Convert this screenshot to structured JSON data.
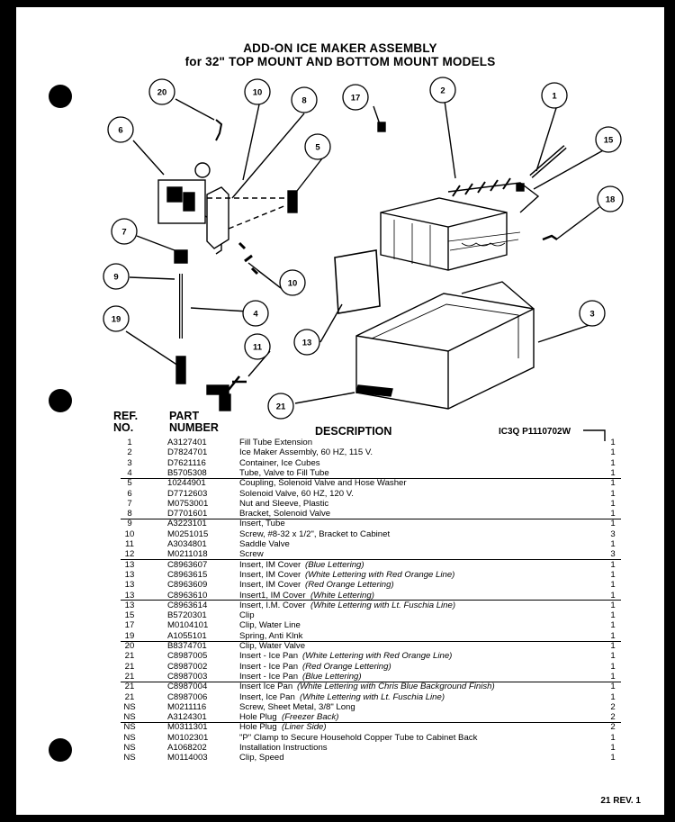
{
  "title_line1": "ADD-ON ICE MAKER ASSEMBLY",
  "title_line2": "for 32\" TOP MOUNT AND BOTTOM MOUNT MODELS",
  "callouts": [
    "20",
    "10",
    "8",
    "17",
    "2",
    "1",
    "6",
    "5",
    "15",
    "7",
    "9",
    "4",
    "19",
    "11",
    "10",
    "13",
    "3",
    "21",
    "18"
  ],
  "table_headers": {
    "ref": "REF.\nNO.",
    "ref1": "REF.",
    "ref2": "NO.",
    "part1": "PART",
    "part2": "NUMBER",
    "desc": "DESCRIPTION",
    "code": "IC3Q P1110702W"
  },
  "parts": [
    {
      "ref": "1",
      "part": "A3127401",
      "desc": "Fill Tube Extension",
      "qty": "1"
    },
    {
      "ref": "2",
      "part": "D7824701",
      "desc": "Ice Maker Assembly, 60 HZ, 115 V.",
      "qty": "1"
    },
    {
      "ref": "3",
      "part": "D7621116",
      "desc": "Container, Ice Cubes",
      "qty": "1"
    },
    {
      "ref": "4",
      "part": "B5705308",
      "desc": "Tube, Valve to Fill Tube",
      "qty": "1"
    },
    {
      "ref": "5",
      "part": "10244901",
      "desc": "Coupling, Solenoid Valve and Hose Washer",
      "qty": "1"
    },
    {
      "ref": "6",
      "part": "D7712603",
      "desc": "Solenoid Valve, 60 HZ, 120 V.",
      "qty": "1"
    },
    {
      "ref": "7",
      "part": "M0753001",
      "desc": "Nut and Sleeve, Plastic",
      "qty": "1"
    },
    {
      "ref": "8",
      "part": "D7701601",
      "desc": "Bracket, Solenoid Valve",
      "qty": "1"
    },
    {
      "ref": "9",
      "part": "A3223101",
      "desc": "Insert, Tube",
      "qty": "1"
    },
    {
      "ref": "10",
      "part": "M0251015",
      "desc": "Screw, #8-32 x 1/2\", Bracket to Cabinet",
      "qty": "3"
    },
    {
      "ref": "11",
      "part": "A3034801",
      "desc": "Saddle Valve",
      "qty": "1"
    },
    {
      "ref": "12",
      "part": "M0211018",
      "desc": "Screw",
      "qty": "3"
    },
    {
      "ref": "13",
      "part": "C8963607",
      "desc": "Insert, IM Cover",
      "note": "(Blue Lettering)",
      "qty": "1"
    },
    {
      "ref": "13",
      "part": "C8963615",
      "desc": "Insert, IM Cover",
      "note": "(White Lettering with Red Orange Line)",
      "qty": "1"
    },
    {
      "ref": "13",
      "part": "C8963609",
      "desc": "Insert, IM Cover",
      "note": "(Red Orange Lettering)",
      "qty": "1"
    },
    {
      "ref": "13",
      "part": "C8963610",
      "desc": "Insert1, IM Cover",
      "note": "(White Lettering)",
      "qty": "1"
    },
    {
      "ref": "13",
      "part": "C8963614",
      "desc": "Insert, I.M. Cover",
      "note": "(White Lettering with Lt. Fuschia Line)",
      "qty": "1"
    },
    {
      "ref": "15",
      "part": "B5720301",
      "desc": "Clip",
      "qty": "1"
    },
    {
      "ref": "17",
      "part": "M0104101",
      "desc": "Clip, Water Line",
      "qty": "1"
    },
    {
      "ref": "19",
      "part": "A1055101",
      "desc": "Spring, Anti Klnk",
      "qty": "1"
    },
    {
      "ref": "20",
      "part": "B8374701",
      "desc": "Clip, Water Valve",
      "qty": "1"
    },
    {
      "ref": "21",
      "part": "C8987005",
      "desc": "Insert - Ice Pan",
      "note": "(White Lettering with Red Orange Line)",
      "qty": "1"
    },
    {
      "ref": "21",
      "part": "C8987002",
      "desc": "Insert - Ice Pan",
      "note": "(Red Orange Lettering)",
      "qty": "1"
    },
    {
      "ref": "21",
      "part": "C8987003",
      "desc": "Insert - Ice Pan",
      "note": "(Blue Lettering)",
      "qty": "1"
    },
    {
      "ref": "21",
      "part": "C8987004",
      "desc": "Insert Ice Pan",
      "note": "(White Lettering with Chris Blue Background Finish)",
      "qty": "1"
    },
    {
      "ref": "21",
      "part": "C8987006",
      "desc": "Insert, Ice Pan",
      "note": "(White Lettering with Lt. Fuschia Line)",
      "qty": "1"
    },
    {
      "ref": "NS",
      "part": "M0211116",
      "desc": "Screw, Sheet Metal, 3/8\" Long",
      "qty": "2"
    },
    {
      "ref": "NS",
      "part": "A3124301",
      "desc": "Hole Plug",
      "note": "(Freezer Back)",
      "qty": "2"
    },
    {
      "ref": "NS",
      "part": "M0311301",
      "desc": "Hole Plug",
      "note": "(Liner Side)",
      "qty": "2"
    },
    {
      "ref": "NS",
      "part": "M0102301",
      "desc": "\"P\" Clamp to Secure Household Copper Tube to Cabinet Back",
      "qty": "1"
    },
    {
      "ref": "NS",
      "part": "A1068202",
      "desc": "Installation Instructions",
      "qty": "1"
    },
    {
      "ref": "NS",
      "part": "M0114003",
      "desc": "Clip, Speed",
      "qty": "1"
    }
  ],
  "footer": "21 REV. 1"
}
